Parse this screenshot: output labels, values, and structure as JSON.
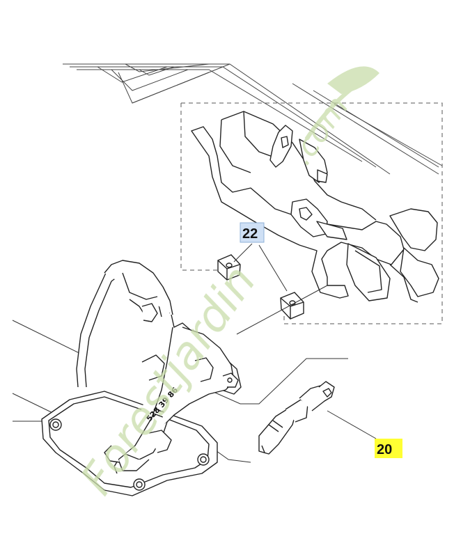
{
  "diagram": {
    "part_labels": [
      {
        "id": "22",
        "text": "22",
        "highlight": "#cfe0f5"
      },
      {
        "id": "20",
        "text": "20",
        "highlight": "#ffff33"
      }
    ],
    "component_stamp": "528 39 86",
    "watermark": {
      "text": "Forestjardin.com",
      "color": "#c8dcaa"
    }
  }
}
